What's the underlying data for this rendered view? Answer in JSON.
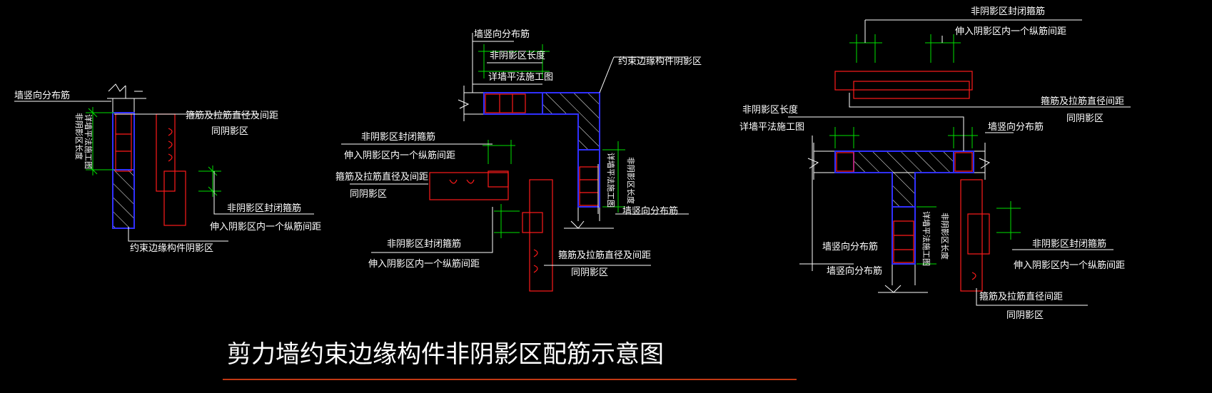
{
  "title": "剪力墙约束边缘构件非阴影区配筋示意图",
  "colors": {
    "background": "#000000",
    "text": "#ffffff",
    "dimension": "#00e000",
    "rebar": "#ff1a1a",
    "outline": "#3030ff",
    "title_underline": "#ff4a1a"
  },
  "diagram1": {
    "wall_vertical_rebar": "墙竖向分布筋",
    "non_shadow_length": "非阴影区长度",
    "see_plan": "详墙平法施工图",
    "tie_diameter_spacing": "箍筋及拉筋直径及间距",
    "same_as_shadow": "同阴影区",
    "non_shadow_closed_stirrup": "非阴影区封闭箍筋",
    "extend_into_shadow": "伸入阴影区内一个纵筋间距",
    "constrained_edge_shadow": "约束边缘构件阴影区"
  },
  "diagram2": {
    "wall_vertical_rebar_top": "墙竖向分布筋",
    "non_shadow_length_top": "非阴影区长度",
    "see_plan_top": "详墙平法施工图",
    "constrained_edge_shadow": "约束边缘构件阴影区",
    "non_shadow_closed_stirrup_a": "非阴影区封闭箍筋",
    "extend_into_shadow_a": "伸入阴影区内一个纵筋间距",
    "tie_diameter_spacing_a": "箍筋及拉筋直径及间距",
    "same_as_shadow_a": "同阴影区",
    "see_plan_v": "详墙平法施工图",
    "non_shadow_length_v": "非阴影区长度",
    "wall_vertical_rebar_right": "墙竖向分布筋",
    "non_shadow_closed_stirrup_b": "非阴影区封闭箍筋",
    "extend_into_shadow_b": "伸入阴影区内一个纵筋间距",
    "tie_diameter_spacing_b": "箍筋及拉筋直径及间距",
    "same_as_shadow_b": "同阴影区"
  },
  "diagram3": {
    "non_shadow_closed_stirrup_top": "非阴影区封闭箍筋",
    "extend_into_shadow_top": "伸入阴影区内一个纵筋间距",
    "tie_diameter_spacing_top": "箍筋及拉筋直径间距",
    "same_as_shadow_top": "同阴影区",
    "non_shadow_length": "非阴影区长度",
    "see_plan": "详墙平法施工图",
    "wall_vertical_rebar_right": "墙竖向分布筋",
    "see_plan_v": "详墙平法施工图",
    "non_shadow_length_v": "非阴影区长度",
    "wall_vertical_rebar_left": "墙竖向分布筋",
    "wall_vertical_rebar_bottom": "墙竖向分布筋",
    "non_shadow_closed_stirrup_bottom": "非阴影区封闭箍筋",
    "extend_into_shadow_bottom": "伸入阴影区内一个纵筋间距",
    "tie_diameter_spacing_bottom": "箍筋及拉筋直径间距",
    "same_as_shadow_bottom": "同阴影区"
  }
}
